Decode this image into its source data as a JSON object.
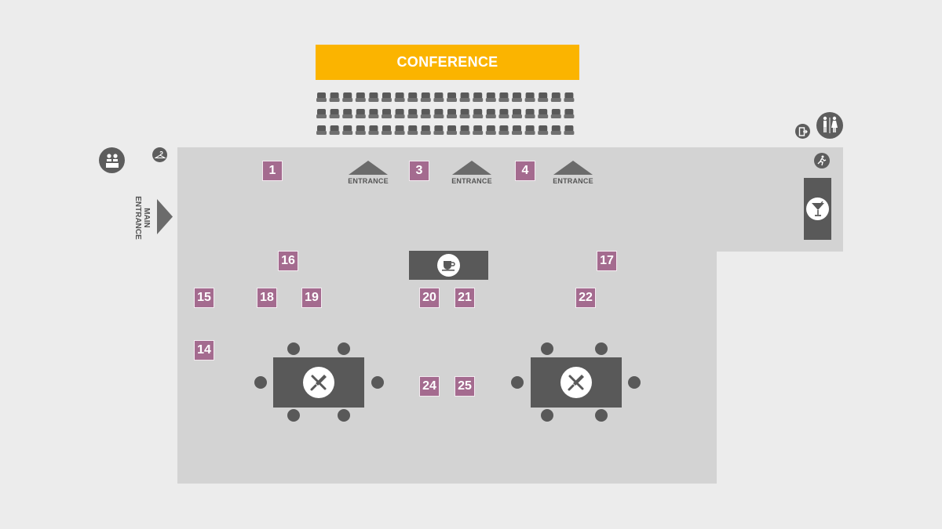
{
  "conference": {
    "label": "CONFERENCE"
  },
  "entrances": {
    "label": "ENTRANCE"
  },
  "main_entrance": {
    "label": "MAIN ENTRANCE"
  },
  "booths": [
    "1",
    "3",
    "4",
    "16",
    "17",
    "15",
    "18",
    "19",
    "20",
    "21",
    "22",
    "14",
    "24",
    "25"
  ],
  "amenities": [
    "info-desk",
    "cloakroom",
    "exit",
    "restrooms",
    "emergency-exit",
    "bar",
    "coffee",
    "dining",
    "dining"
  ],
  "colors": {
    "background": "#ececec",
    "floor": "#d3d3d3",
    "conference": "#fbb400",
    "booth": "#a46b8f",
    "furniture": "#595959"
  }
}
